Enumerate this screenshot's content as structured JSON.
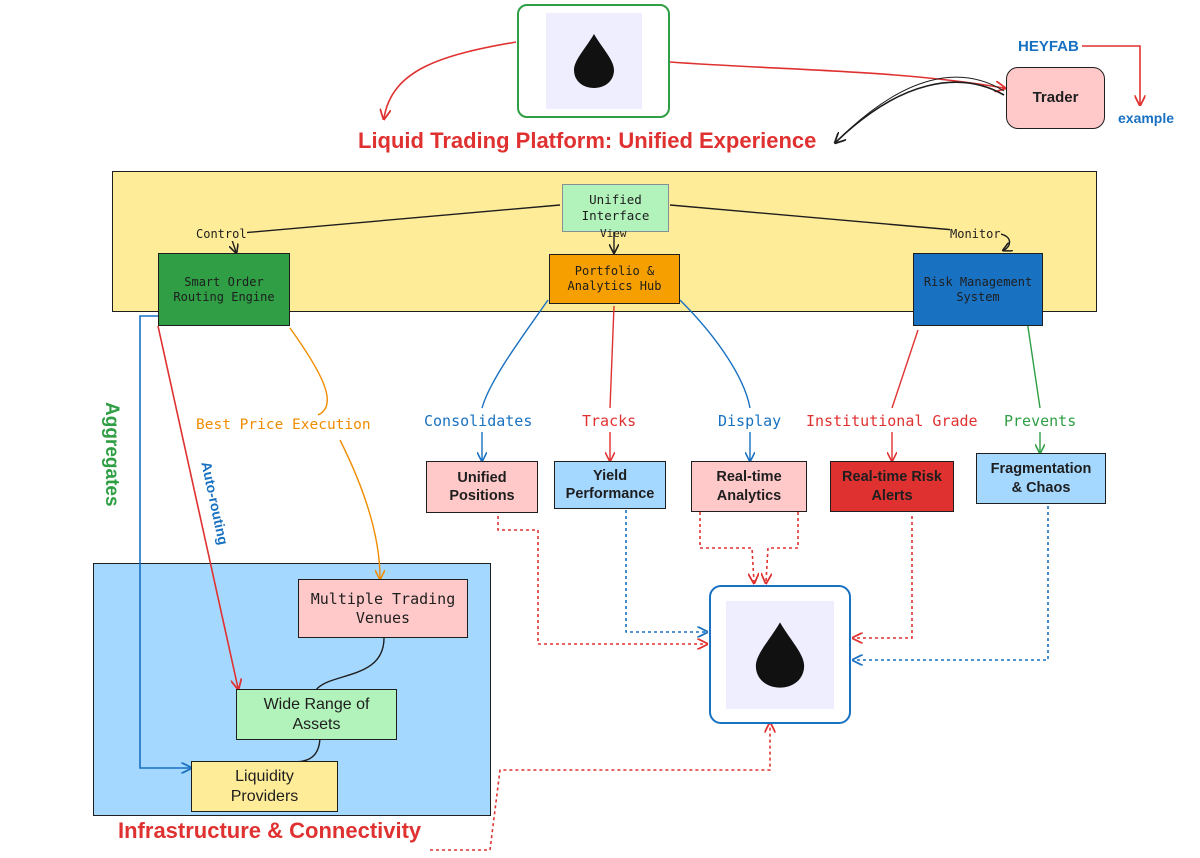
{
  "title": "Liquid Trading Platform: Unified Experience",
  "heyfab": "HEYFAB",
  "example": "example",
  "trader": "Trader",
  "panels": {
    "top": {
      "label": ""
    },
    "infrastructure": {
      "label": "Infrastructure & Connectivity"
    }
  },
  "nodes": {
    "unified_interface": "Unified Interface",
    "smart_order": "Smart Order Routing Engine",
    "portfolio_hub": "Portfolio & Analytics Hub",
    "risk_system": "Risk Management System",
    "unified_positions": "Unified Positions",
    "yield_performance": "Yield Performance",
    "realtime_analytics": "Real-time Analytics",
    "realtime_risk_alerts": "Real-time Risk Alerts",
    "fragmentation": "Fragmentation & Chaos",
    "trading_venues": "Multiple Trading Venues",
    "wide_range_assets": "Wide Range of Assets",
    "liquidity_providers": "Liquidity Providers"
  },
  "edge_labels": {
    "control": "Control",
    "view": "View",
    "monitor": "Monitor",
    "aggregates": "Aggregates",
    "auto_routing": "Auto-routing",
    "best_price": "Best Price Execution",
    "consolidates": "Consolidates",
    "tracks": "Tracks",
    "display": "Display",
    "institutional_grade": "Institutional Grade",
    "prevents": "Prevents"
  },
  "icons": {
    "top_logo": "liquid-drop-icon",
    "center_logo": "liquid-drop-icon"
  },
  "colors": {
    "red": "#e03131",
    "blue": "#1971c2",
    "green": "#2f9e44",
    "orange": "#f08c00",
    "yellow_panel": "#ffec99",
    "blue_panel": "#a5d8ff",
    "pink": "#ffc9c9",
    "light_blue": "#a5d8ff",
    "light_green": "#b2f2bb",
    "lavender": "#eeeeff"
  }
}
